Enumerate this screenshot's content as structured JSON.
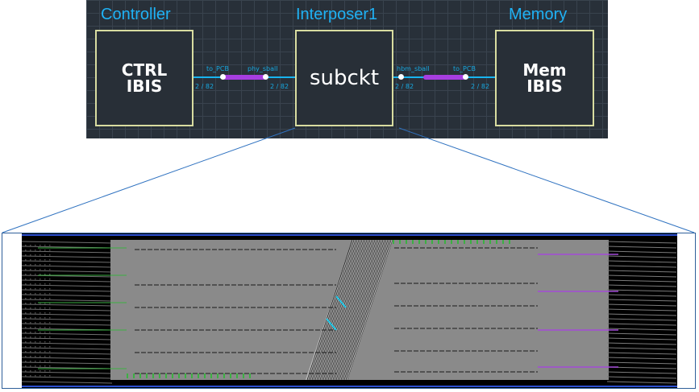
{
  "schematic": {
    "columns": {
      "left": "Controller",
      "middle": "Interposer1",
      "right": "Memory"
    },
    "blocks": {
      "controller": "CTRL\nIBIS",
      "interposer": "subckt",
      "memory": "Mem\nIBIS"
    },
    "left_bus": {
      "port_a": "to_PCB",
      "port_b": "phy_sball",
      "width_a": "2 / 82",
      "width_b": "2 / 82"
    },
    "right_bus": {
      "port_a": "hbm_sball",
      "port_b": "to_PCB",
      "width_a": "2 / 82",
      "width_b": "2 / 82"
    }
  },
  "colors": {
    "label_cyan": "#1fb2f5",
    "block_border": "#d8dca0",
    "bus_purple": "#a63ee0",
    "wire_cyan": "#18b4f0",
    "grid_background": "#283039",
    "zoom_line": "#2f72c0",
    "trace_gray": "#8a8a8a"
  }
}
